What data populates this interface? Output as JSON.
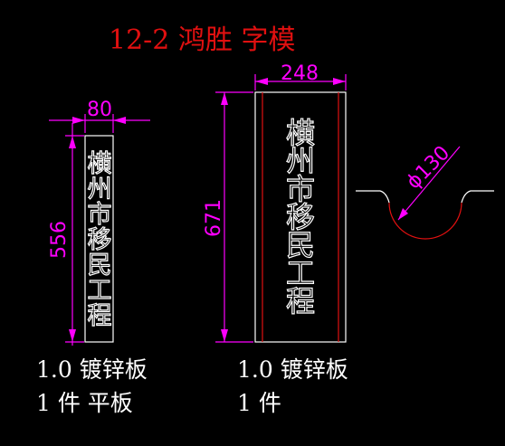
{
  "title": "12-2 鸿胜 字模",
  "plate_small": {
    "width_dim": "80",
    "height_dim": "556",
    "text_chars": [
      "横",
      "州",
      "市",
      "移",
      "民",
      "工",
      "程"
    ]
  },
  "plate_large": {
    "width_dim": "248",
    "height_dim": "671",
    "text_chars": [
      "横",
      "州",
      "市",
      "移",
      "民",
      "工",
      "程"
    ]
  },
  "section_detail": {
    "diameter_dim": "ϕ130"
  },
  "notes_small": {
    "line1": "1.0 镀锌板",
    "line2": "1 件 平板"
  },
  "notes_large": {
    "line1": "1.0 镀锌板",
    "line2": "1 件"
  },
  "colors": {
    "background": "#000000",
    "title": "#e01010",
    "dimension": "#ff00ff",
    "outline": "#ffffff",
    "edge_line": "#e01010"
  }
}
